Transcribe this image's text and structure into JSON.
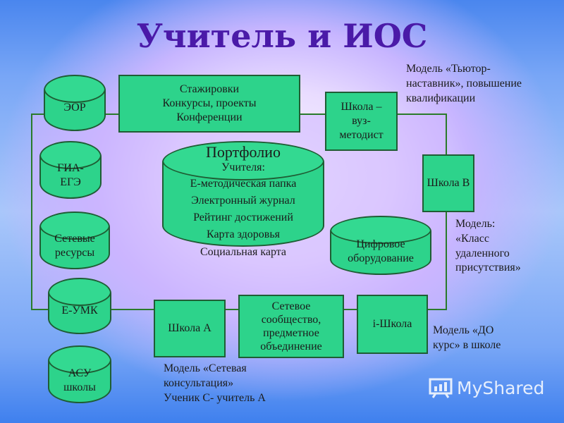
{
  "title": "Учитель и ИОС",
  "left_cylinders": [
    {
      "label": "ЭОР"
    },
    {
      "label": "ГИА-\nЕГЭ"
    },
    {
      "label": "Сетевые\nресурсы"
    },
    {
      "label": "Е-УМК"
    },
    {
      "label": "АСУ\nшколы"
    }
  ],
  "top_box": "Стажировки\nКонкурсы, проекты\nКонференции",
  "school_vuz": "Школа –\nвуз-\nметодист",
  "school_b": "Школа В",
  "portfolio": {
    "heading": "Портфолио",
    "lines": [
      "Учителя:",
      "Е-методическая папка",
      "Электронный журнал",
      "Рейтинг достижений",
      "Карта здоровья",
      "Социальная карта"
    ]
  },
  "digital": "Цифровое\nоборудование",
  "school_a": "Школа А",
  "network": "Сетевое\nсообщество,\nпредметное\nобъединение",
  "i_school": "i-Школа",
  "notes": {
    "tutor": "Модель «Тьютор-\nнаставник», повышение\nквалификации",
    "remote": "Модель:\n«Класс\nудаленного\nприсутствия»",
    "do": "Модель «ДО\nкурс» в школе",
    "consult": "Модель «Сетевая\nконсультация»\nУченик С-  учитель А"
  },
  "watermark": "MyShared",
  "colors": {
    "box": "#2dd38b",
    "border": "#1f5d34",
    "title": "#4a1aa8"
  }
}
